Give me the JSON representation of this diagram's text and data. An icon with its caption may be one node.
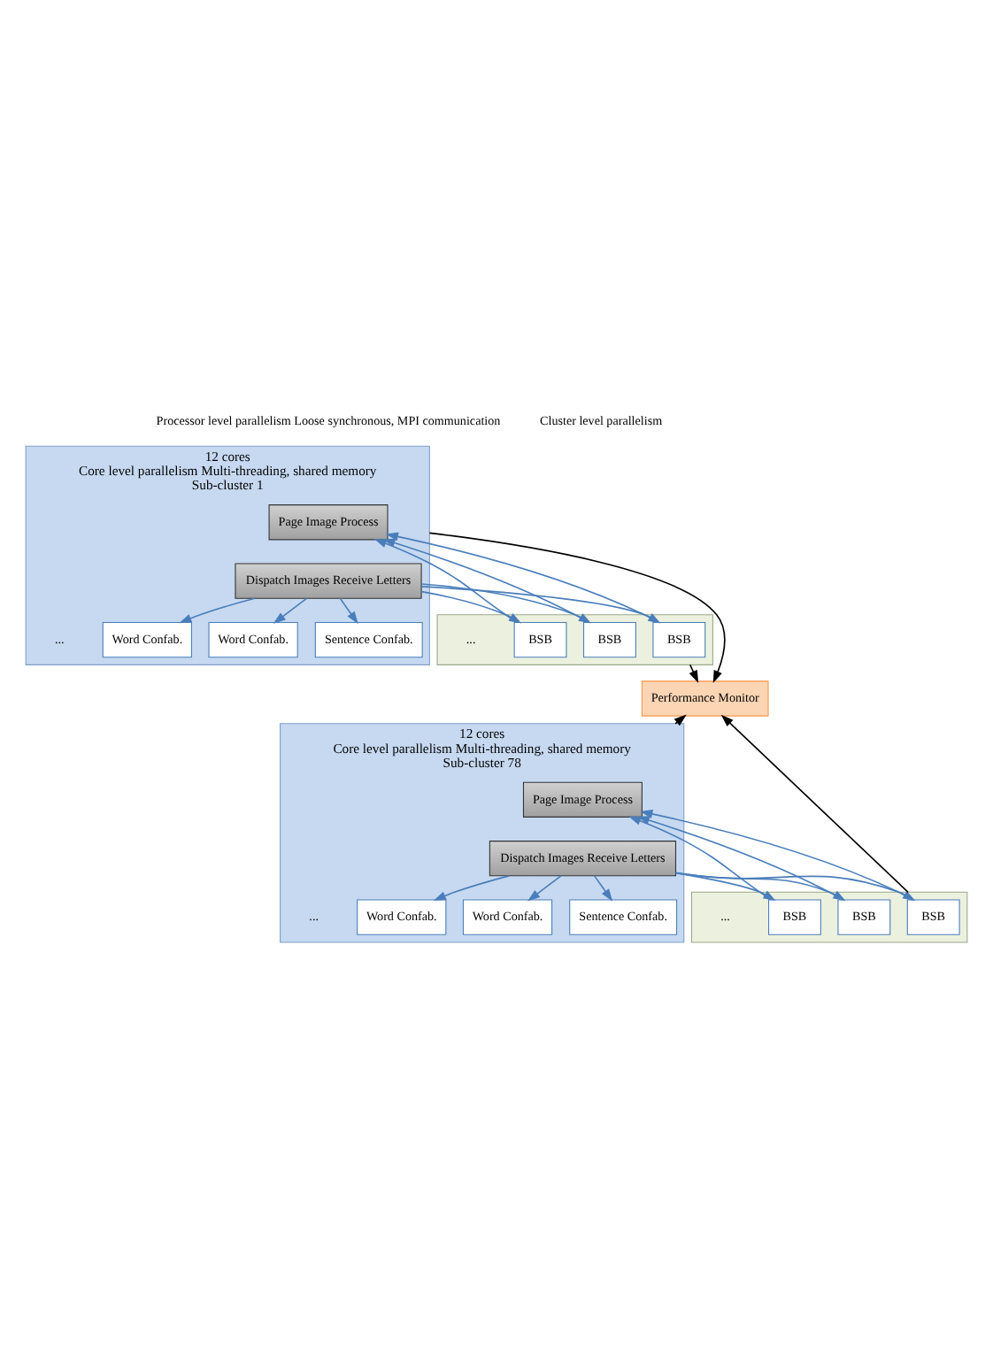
{
  "diagram": {
    "nodes": [
      {
        "text": [
          "12 cores",
          "Core level parallelism Multi-threading, shared memory"
        ],
        "beside": [
          "Sub-cluster 1"
        ]
      },
      {
        "text": [],
        "shape": "box"
      },
      {
        "text": [
          "Page Image Process"
        ],
        "in": 0
      },
      {
        "text": [
          "Dispatch Images Receive Letters"
        ],
        "in": 0
      },
      {
        "text": [
          "Word Confab."
        ],
        "in": 0
      },
      {
        "text": [
          "Word Confab."
        ],
        "in": 0
      },
      {
        "text": [
          "Sentence Confab."
        ],
        "in": 0
      },
      {
        "text": [
          "BSB"
        ],
        "in": 1
      },
      {
        "text": [
          "BSB"
        ],
        "in": 1
      },
      {
        "text": [
          "BSB"
        ],
        "in": 1
      },
      {
        "text": [
          "12 cores",
          "Core level parallelism Multi-threading, shared memory"
        ],
        "beside": [
          "Sub-cluster 78"
        ]
      },
      {
        "text": [],
        "shape": "box"
      },
      {
        "text": [
          "Page Image Process"
        ],
        "in": 10
      },
      {
        "text": [
          "Dispatch Images Receive Letters"
        ],
        "in": 10
      },
      {
        "text": [
          "Word Confab."
        ],
        "in": 10
      },
      {
        "text": [
          "Word Confab."
        ],
        "in": 10
      },
      {
        "text": [
          "Sentence Confab."
        ],
        "in": 10
      },
      {
        "text": [
          "BSB"
        ],
        "in": 11
      },
      {
        "text": [
          "BSB"
        ],
        "in": 11
      },
      {
        "text": [
          "BSB"
        ],
        "in": 11
      },
      {
        "text": [
          "Performance Monitor"
        ]
      }
    ],
    "edges": [
      {
        "from": 3,
        "to": 4,
        "arrow": "to"
      },
      {
        "from": 3,
        "to": 5,
        "arrow": "to"
      },
      {
        "from": 3,
        "to": 6,
        "arrow": "to"
      },
      {
        "from": 3,
        "to": 7,
        "arrow": "to"
      },
      {
        "from": 3,
        "to": 8,
        "arrow": "to"
      },
      {
        "from": 3,
        "to": 9,
        "arrow": "to"
      },
      {
        "from": 7,
        "to": 2,
        "arrow": "to"
      },
      {
        "from": 8,
        "to": 2,
        "arrow": "to"
      },
      {
        "from": 9,
        "to": 2,
        "arrow": "to"
      },
      {
        "from": 13,
        "to": 14,
        "arrow": "to"
      },
      {
        "from": 13,
        "to": 15,
        "arrow": "to"
      },
      {
        "from": 13,
        "to": 16,
        "arrow": "to"
      },
      {
        "from": 13,
        "to": 17,
        "arrow": "to"
      },
      {
        "from": 13,
        "to": 18,
        "arrow": "to"
      },
      {
        "from": 13,
        "to": 19,
        "arrow": "to"
      },
      {
        "from": 17,
        "to": 12,
        "arrow": "to"
      },
      {
        "from": 18,
        "to": 12,
        "arrow": "to"
      },
      {
        "from": 19,
        "to": 12,
        "arrow": "to"
      },
      {
        "from": 0,
        "to": 20,
        "arrow": "to",
        "color": "#000000"
      },
      {
        "from": 1,
        "to": 20,
        "arrow": "to",
        "color": "#000000"
      },
      {
        "from": 10,
        "to": 20,
        "arrow": "to",
        "color": "#000000"
      },
      {
        "from": 11,
        "to": 20,
        "arrow": "to",
        "color": "#000000"
      }
    ],
    "labels": [
      "Processor level parallelism Loose synchronous, MPI communication",
      "Cluster level parallelism",
      "...",
      "...",
      "...",
      "..."
    ]
  }
}
